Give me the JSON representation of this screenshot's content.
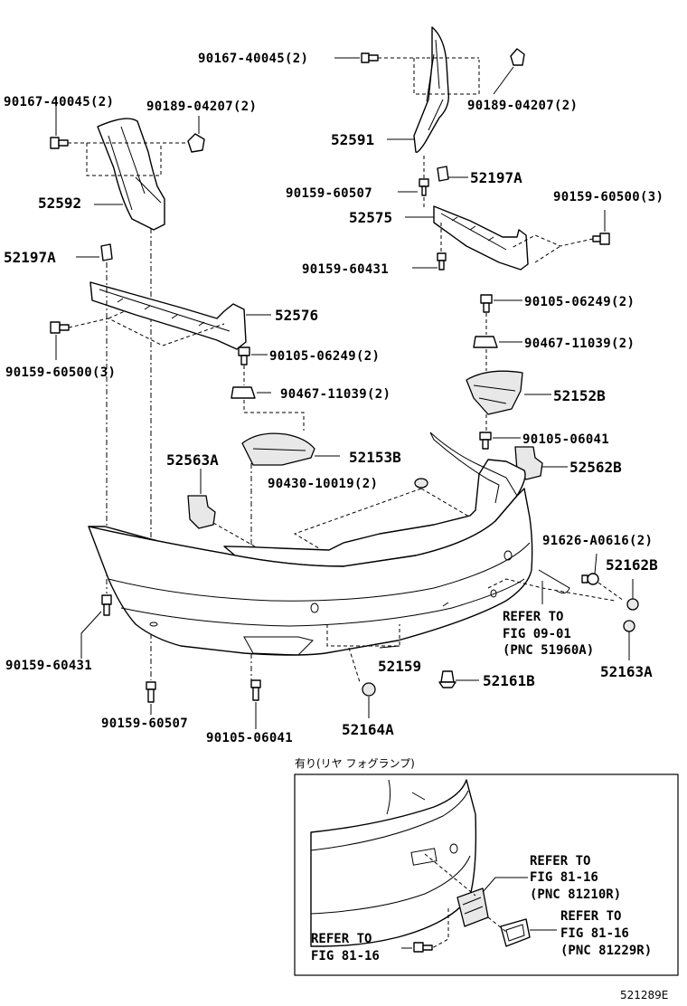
{
  "parts": {
    "p90167_40045_top": "90167-40045(2)",
    "p90167_40045_left": "90167-40045(2)",
    "p90189_04207_left": "90189-04207(2)",
    "p90189_04207_right": "90189-04207(2)",
    "p52591": "52591",
    "p52592": "52592",
    "p52197A_right": "52197A",
    "p52197A_left": "52197A",
    "p90159_60507_upper": "90159-60507",
    "p90159_60500_right": "90159-60500(3)",
    "p52575": "52575",
    "p90159_60431_upper": "90159-60431",
    "p52576": "52576",
    "p90105_06249_right": "90105-06249(2)",
    "p90159_60500_left": "90159-60500(3)",
    "p90105_06249_left": "90105-06249(2)",
    "p90467_11039_right": "90467-11039(2)",
    "p90467_11039_left": "90467-11039(2)",
    "p52152B": "52152B",
    "p52153B": "52153B",
    "p90105_06041_right": "90105-06041",
    "p52563A": "52563A",
    "p90430_10019": "90430-10019(2)",
    "p52562B": "52562B",
    "p91626_A0616": "91626-A0616(2)",
    "p52162B": "52162B",
    "p52159": "52159",
    "p52163A": "52163A",
    "p52161B": "52161B",
    "p90159_60431_lower": "90159-60431",
    "p90159_60507_lower": "90159-60507",
    "p90105_06041_lower": "90105-06041",
    "p52164A": "52164A"
  },
  "refs": {
    "main_ref_1": "REFER TO",
    "main_ref_2": "FIG 09-01",
    "main_ref_3": "(PNC 51960A)",
    "inset_ref_a1": "REFER TO",
    "inset_ref_a2": "FIG 81-16",
    "inset_ref_a3": "(PNC 81210R)",
    "inset_ref_b1": "REFER TO",
    "inset_ref_b2": "FIG 81-16",
    "inset_ref_b3": "(PNC 81229R)",
    "inset_ref_c1": "REFER TO",
    "inset_ref_c2": "FIG 81-16"
  },
  "inset_caption": "有り(リヤ フォグランプ)",
  "figure_id": "521289E"
}
